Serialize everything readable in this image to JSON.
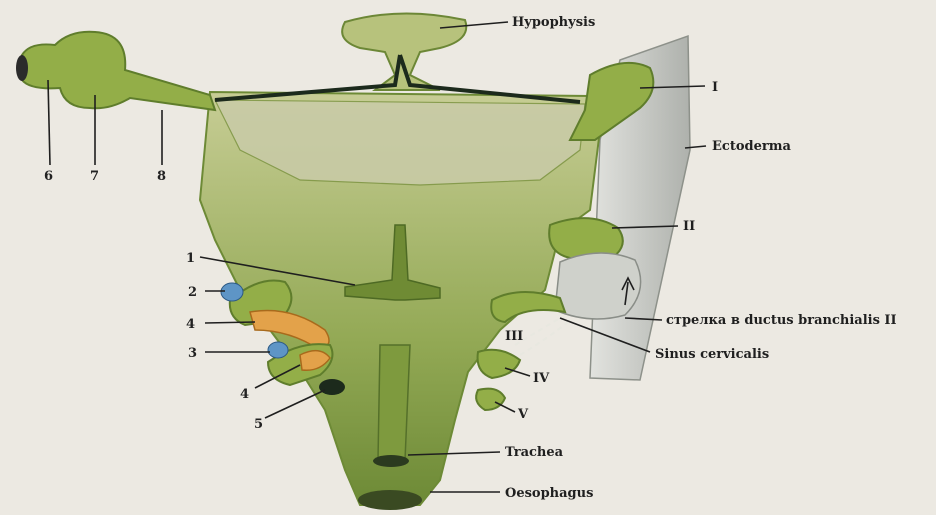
{
  "labels": {
    "hypophysis": "Hypophysis",
    "ectoderma": "Ectoderma",
    "arrow_label": "стрелка в ductus branchialis II",
    "sinus": "Sinus cervicalis",
    "trachea": "Trachea",
    "oesophagus": "Oesophagus",
    "roman_1": "I",
    "roman_2": "II",
    "roman_3": "III",
    "roman_4": "IV",
    "roman_5": "V",
    "num_1": "1",
    "num_2": "2",
    "num_3": "3",
    "num_4a": "4",
    "num_4b": "4",
    "num_5": "5",
    "num_6": "6",
    "num_7": "7",
    "num_8": "8"
  },
  "colors": {
    "background": "#ece9e2",
    "pharynx_green": "#8fa64a",
    "light_green": "#b4c277",
    "dark_green": "#55702a",
    "ectoderm_grey": "#c9cbc6",
    "orange": "#e3a24a",
    "blue": "#5e95c6",
    "dark": "#1c2a1c"
  }
}
